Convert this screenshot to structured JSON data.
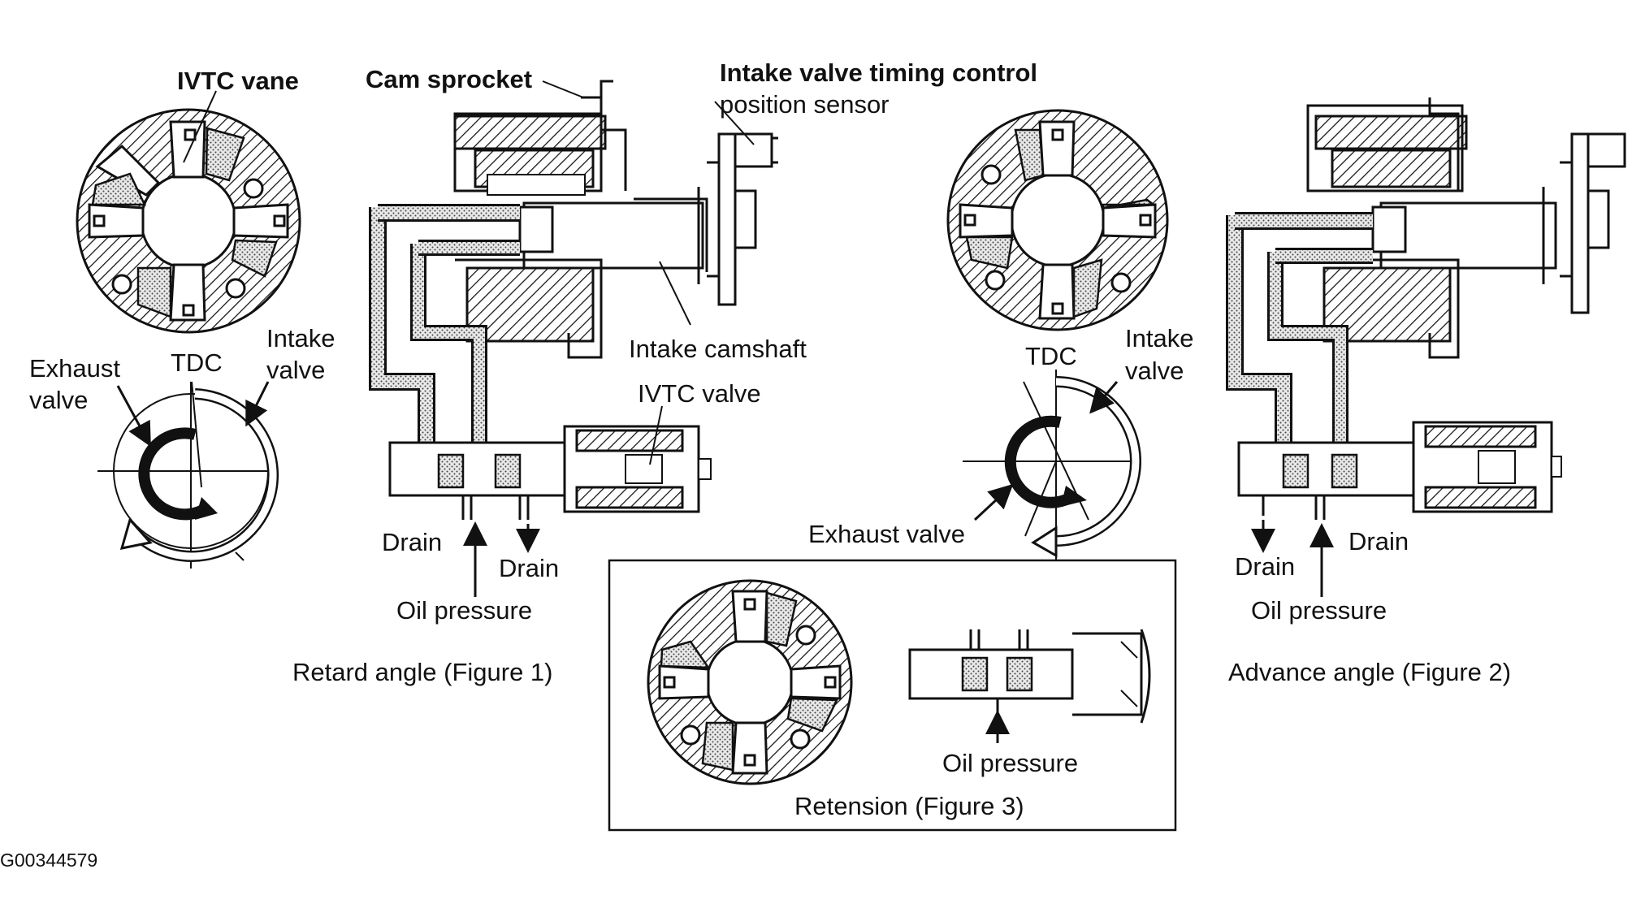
{
  "labels": {
    "ivtc_vane": "IVTC vane",
    "cam_sprocket": "Cam sprocket",
    "sensor_line1": "Intake valve timing control",
    "sensor_line2": "position sensor",
    "intake_camshaft": "Intake camshaft",
    "ivtc_valve": "IVTC valve",
    "exhaust_valve_l1": "Exhaust",
    "exhaust_valve_l2": "valve",
    "tdc_left": "TDC",
    "intake_valve_left_l1": "Intake",
    "intake_valve_left_l2": "valve",
    "drain_f1_a": "Drain",
    "drain_f1_b": "Drain",
    "oil_pressure_f1": "Oil pressure",
    "tdc_right": "TDC",
    "intake_valve_right_l1": "Intake",
    "intake_valve_right_l2": "valve",
    "exhaust_valve_right": "Exhaust valve",
    "drain_f2_a": "Drain",
    "drain_f2_b": "Drain",
    "oil_pressure_f2": "Oil pressure",
    "oil_pressure_f3": "Oil pressure"
  },
  "captions": {
    "figure1": "Retard angle (Figure 1)",
    "figure2": "Advance angle (Figure 2)",
    "figure3": "Retension (Figure 3)"
  },
  "image_id": "G00344579",
  "colors": {
    "ink": "#111111",
    "paper": "#ffffff"
  }
}
